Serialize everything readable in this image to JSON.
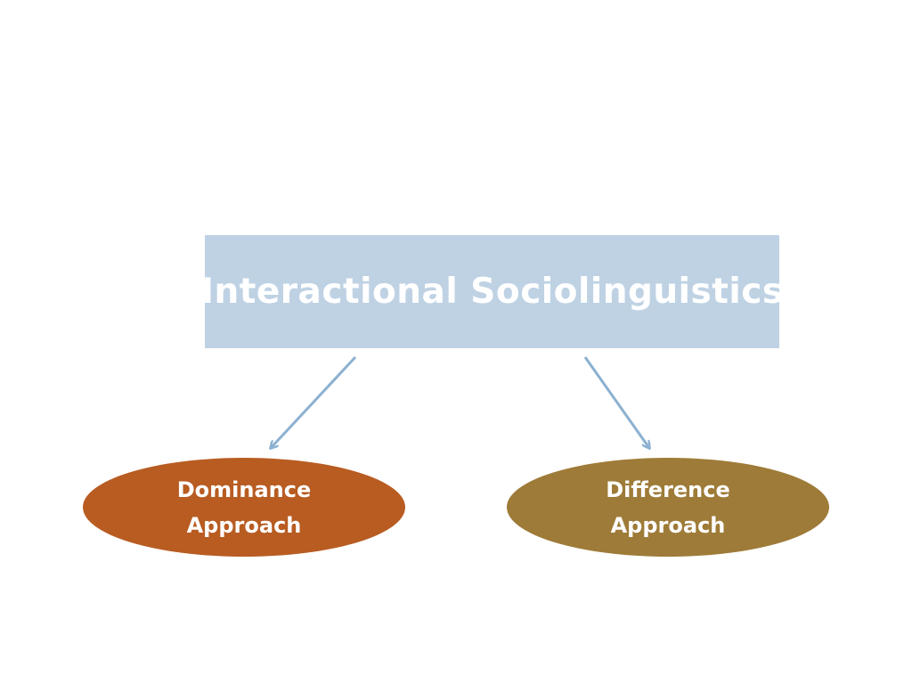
{
  "diagram": {
    "root": {
      "label": "Interactional Sociolinguistics",
      "color": "#bfd2e4"
    },
    "children": [
      {
        "line1": "Dominance",
        "line2": "Approach",
        "color": "#b85c22"
      },
      {
        "line1": "Difference",
        "line2": "Approach",
        "color": "#9e7b38"
      }
    ],
    "arrow_color": "#8cb1d1"
  }
}
